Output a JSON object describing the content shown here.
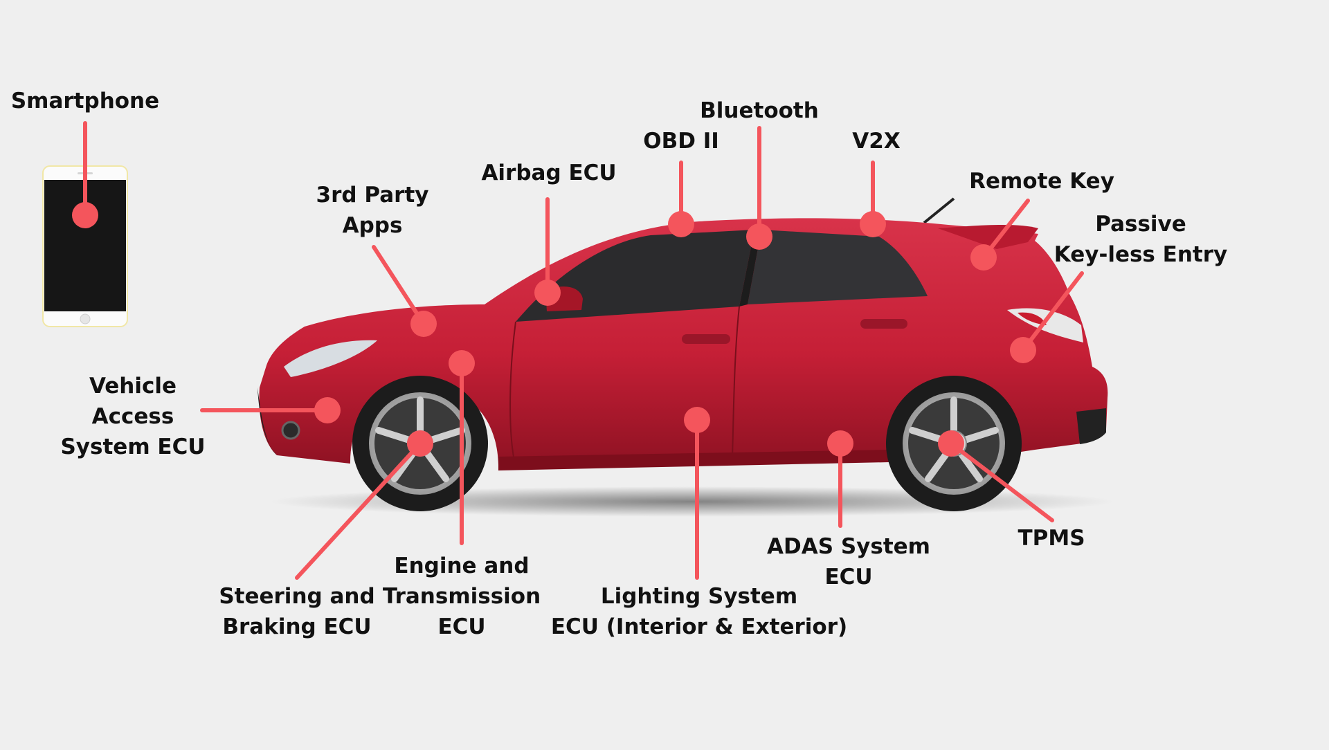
{
  "labels": {
    "smartphone": [
      "Smartphone"
    ],
    "third_party_apps": [
      "3rd Party",
      "Apps"
    ],
    "airbag_ecu": [
      "Airbag ECU"
    ],
    "obd_ii": [
      "OBD II"
    ],
    "bluetooth": [
      "Bluetooth"
    ],
    "v2x": [
      "V2X"
    ],
    "remote_key": [
      "Remote Key"
    ],
    "passive_keyless_entry": [
      "Passive",
      "Key-less Entry"
    ],
    "vehicle_access_ecu": [
      "Vehicle",
      "Access",
      "System ECU"
    ],
    "steering_braking_ecu": [
      "Steering and",
      "Braking ECU"
    ],
    "engine_transmission_ecu": [
      "Engine and",
      "Transmission",
      "ECU"
    ],
    "lighting_system_ecu": [
      "Lighting System",
      "ECU (Interior & Exterior)"
    ],
    "adas_system_ecu": [
      "ADAS System",
      "ECU"
    ],
    "tpms": [
      "TPMS"
    ]
  },
  "colors": {
    "marker": "#f4555c",
    "car_body": "#c51f36",
    "window": "#2b2b2d",
    "phone_screen": "#161616",
    "background": "#efefef"
  }
}
